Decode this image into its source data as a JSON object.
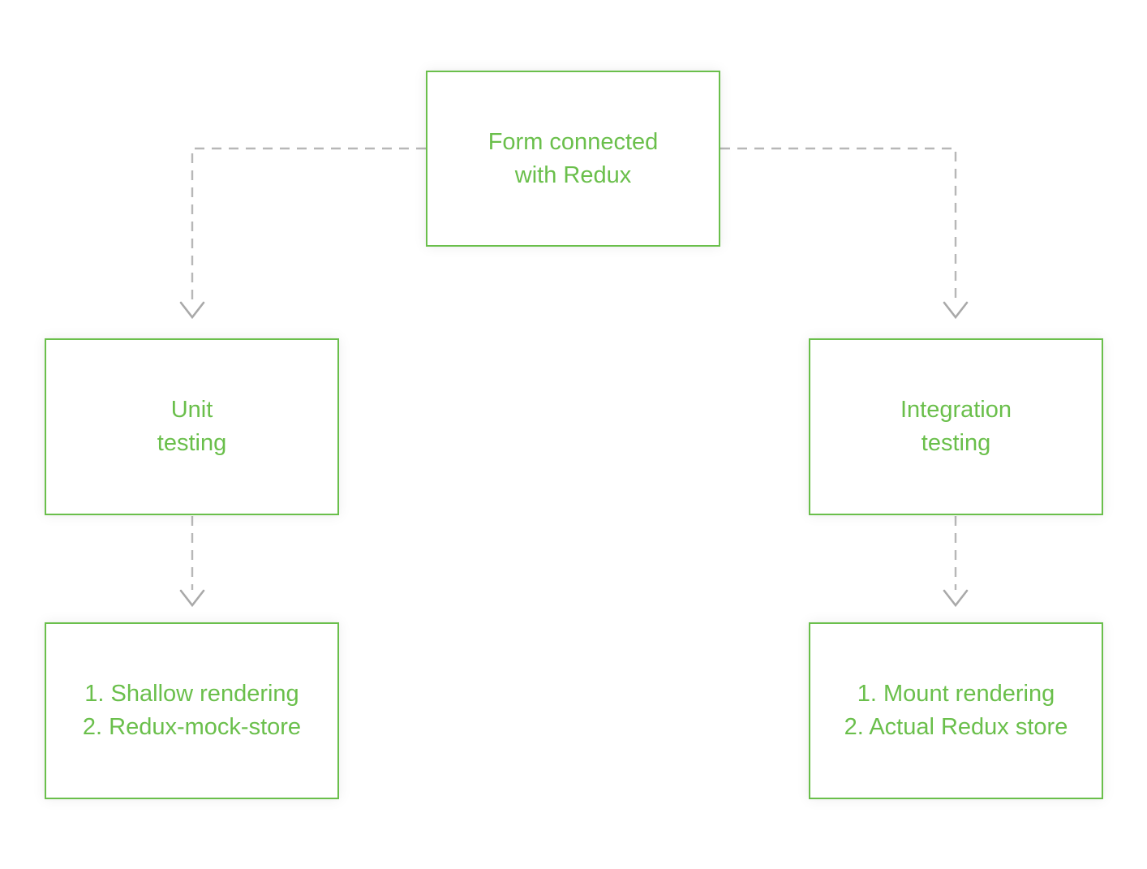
{
  "theme": {
    "accent_green": "#6abf4b",
    "connector_gray": "#b7b7b7",
    "arrowhead_gray": "#a9a9a9",
    "background": "#ffffff"
  },
  "nodes": {
    "root": {
      "lines": [
        "Form connected",
        "with Redux"
      ]
    },
    "unit": {
      "lines": [
        "Unit",
        "testing"
      ]
    },
    "integration": {
      "lines": [
        "Integration",
        "testing"
      ]
    },
    "unit_details": {
      "lines": [
        "1. Shallow rendering",
        "2. Redux-mock-store"
      ]
    },
    "integration_details": {
      "lines": [
        "1. Mount rendering",
        "2. Actual Redux store"
      ]
    }
  },
  "connectors": [
    {
      "from": "root",
      "to": "unit",
      "style": "dashed-arrow"
    },
    {
      "from": "root",
      "to": "integration",
      "style": "dashed-arrow"
    },
    {
      "from": "unit",
      "to": "unit_details",
      "style": "dashed-arrow"
    },
    {
      "from": "integration",
      "to": "integration_details",
      "style": "dashed-arrow"
    }
  ]
}
